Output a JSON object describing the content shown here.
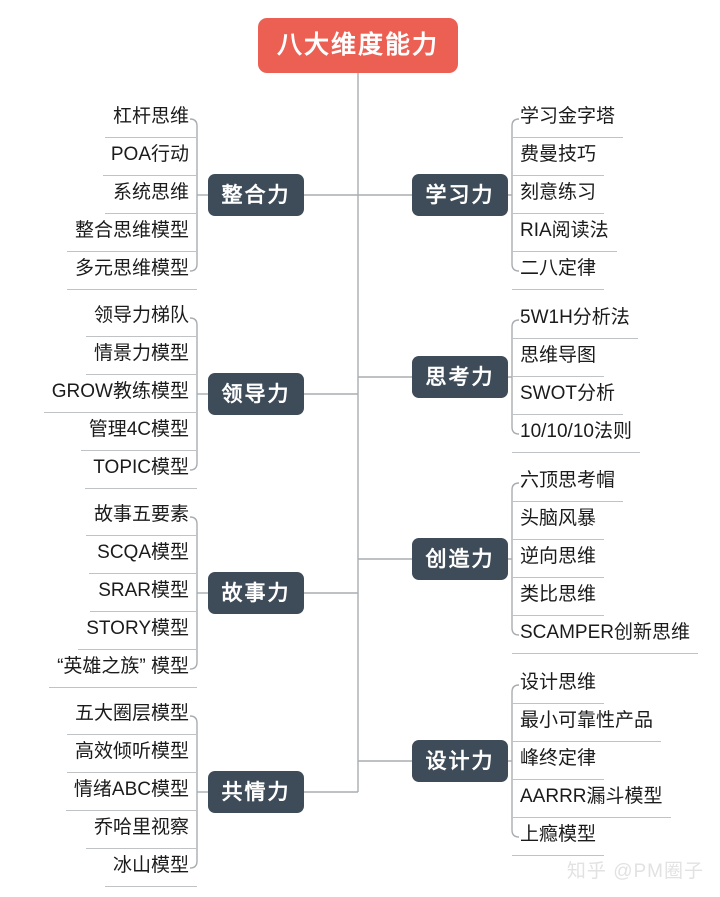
{
  "root": {
    "label": "八大维度能力",
    "color": "#ec6054",
    "text_color": "#ffffff"
  },
  "theme": {
    "branch_color": "#3e4b58",
    "connector_color": "#a9adb1",
    "leaf_text_color": "#1b1b1b",
    "background": "#ffffff"
  },
  "branches": [
    {
      "label": "整合力",
      "side": "left",
      "leaves": [
        "杠杆思维",
        "POA行动",
        "系统思维",
        "整合思维模型",
        "多元思维模型"
      ]
    },
    {
      "label": "学习力",
      "side": "right",
      "leaves": [
        "学习金字塔",
        "费曼技巧",
        "刻意练习",
        "RIA阅读法",
        "二八定律"
      ]
    },
    {
      "label": "领导力",
      "side": "left",
      "leaves": [
        "领导力梯队",
        "情景力模型",
        "GROW教练模型",
        "管理4C模型",
        "TOPIC模型"
      ]
    },
    {
      "label": "思考力",
      "side": "right",
      "leaves": [
        "5W1H分析法",
        "思维导图",
        "SWOT分析",
        "10/10/10法则"
      ]
    },
    {
      "label": "故事力",
      "side": "left",
      "leaves": [
        "故事五要素",
        "SCQA模型",
        "SRAR模型",
        "STORY模型",
        "“英雄之族” 模型"
      ]
    },
    {
      "label": "创造力",
      "side": "right",
      "leaves": [
        "六顶思考帽",
        "头脑风暴",
        "逆向思维",
        "类比思维",
        "SCAMPER创新思维"
      ]
    },
    {
      "label": "共情力",
      "side": "left",
      "leaves": [
        "五大圈层模型",
        "高效倾听模型",
        "情绪ABC模型",
        "乔哈里视察",
        "冰山模型"
      ]
    },
    {
      "label": "设计力",
      "side": "right",
      "leaves": [
        "设计思维",
        "最小可靠性产品",
        "峰终定律",
        "AARRR漏斗模型",
        "上瘾模型"
      ]
    }
  ],
  "watermark": "知乎 @PM圈子"
}
